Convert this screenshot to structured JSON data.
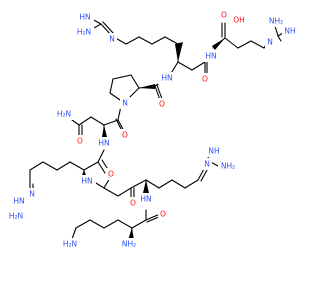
{
  "colors": {
    "background": "#ffffff",
    "bond": "#000000",
    "nitrogen": "#3050f8",
    "oxygen": "#ff0d0d"
  },
  "atoms": {
    "arg4_guan_nh": "HN",
    "arg4_guan_nh2": "H₂N",
    "arg4_guan_n": "N",
    "arg5_cooh_o": "O",
    "arg5_cooh_oh": "OH",
    "arg5_nh": "HN",
    "arg5_guan_n": "N",
    "arg5_guan_nh2": "NH₂",
    "arg5_guan_nh": "NH",
    "arg4_amide_o": "O",
    "arg4_nh": "HN",
    "pro_n": "N",
    "pro_amide_o": "O",
    "asn_amide_nh2": "H₂N",
    "asn_side_o": "O",
    "asn_amide_o": "O",
    "asn_nh": "HN",
    "arg2_amide_o": "O",
    "arg2_guan_nh2": "H₂N",
    "arg2_guan_nh": "HN",
    "arg2_guan_n": "N",
    "arg2_nh": "HN",
    "arg3_guan_nh": "NH",
    "arg3_guan_nh2": "NH₂",
    "arg3_guan_n": "N",
    "arg3_amide_o": "O",
    "arg3_nh": "HN",
    "lys_nh2": "NH₂",
    "lys_amide_o": "O",
    "lys_eps_nh2": "H₂N"
  }
}
